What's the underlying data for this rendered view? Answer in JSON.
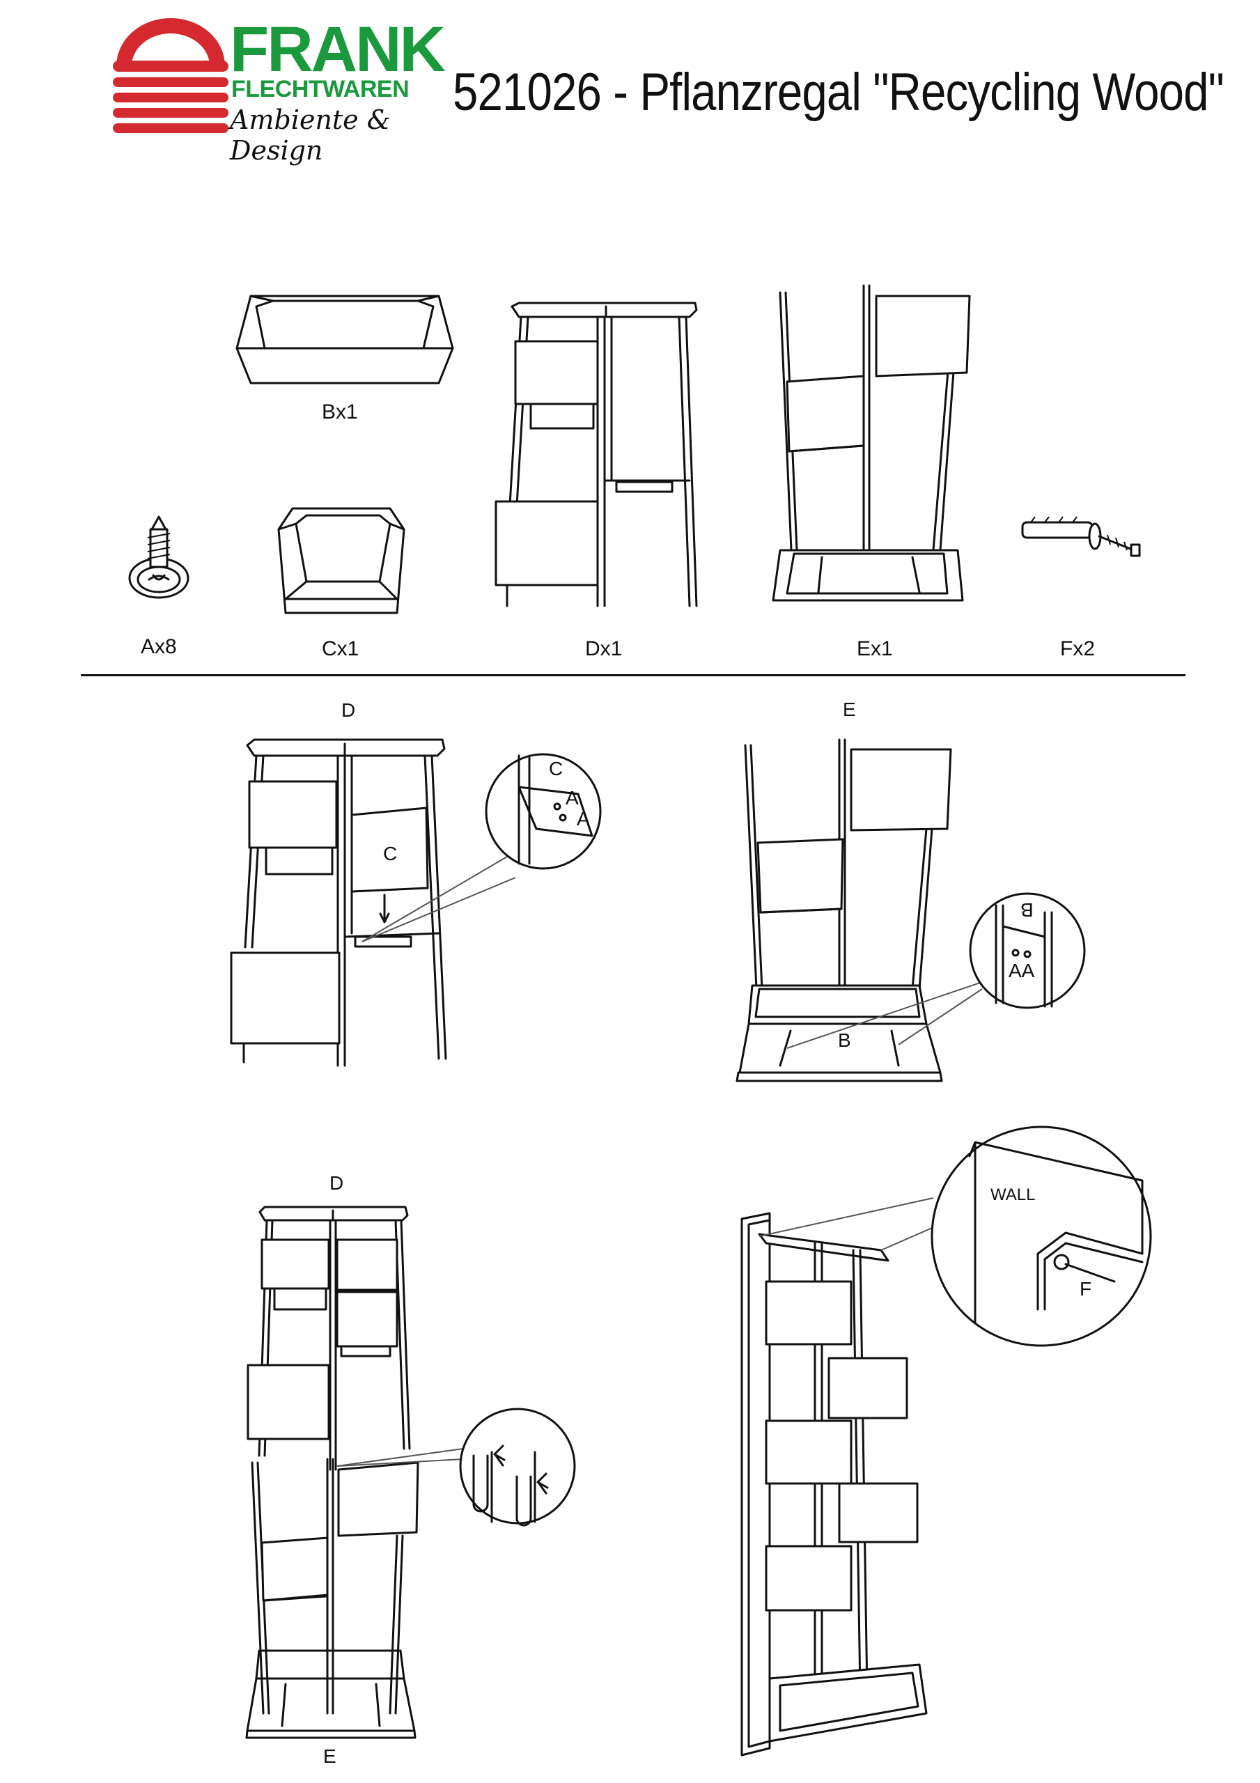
{
  "header": {
    "brand": "FRANK",
    "brand_sub": "FLECHTWAREN",
    "brand_tagline": "Ambiente & Design",
    "title": "521026 - Pflanzregal \"Recycling Wood\""
  },
  "parts": [
    {
      "label": "Ax8"
    },
    {
      "label": "Bx1"
    },
    {
      "label": "Cx1"
    },
    {
      "label": "Dx1"
    },
    {
      "label": "Ex1"
    },
    {
      "label": "Fx2"
    }
  ],
  "steps": {
    "step1": {
      "frame": "D",
      "box": "C",
      "detail_c": "C",
      "detail_a1": "A",
      "detail_a2": "A"
    },
    "step2": {
      "frame": "E",
      "box": "B",
      "detail_b": "B",
      "detail_aa": "AA"
    },
    "step3": {
      "frame_top": "D",
      "frame_bottom": "E"
    },
    "step4": {
      "wall": "WALL",
      "anchor": "F"
    }
  },
  "colors": {
    "logo_red": "#d42a2f",
    "logo_green": "#1a9a3c",
    "line": "#111111"
  }
}
